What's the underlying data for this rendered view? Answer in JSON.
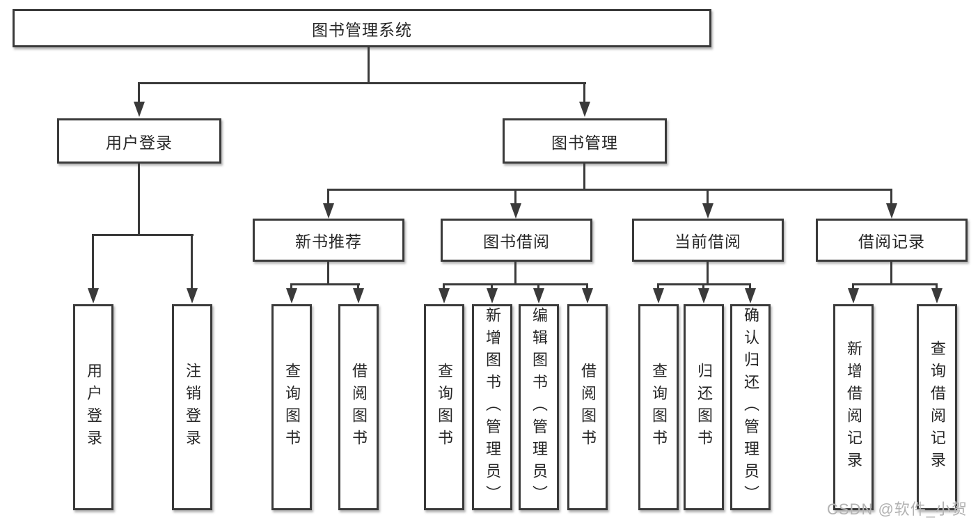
{
  "colors": {
    "line": "#3a3a3a",
    "text": "#262626",
    "box_fill": "#ffffff",
    "watermark": "#b2b2b2"
  },
  "watermark": {
    "text": "CSDN @软件_小贺同学"
  },
  "tree": {
    "label": "图书管理系统",
    "children": [
      {
        "label": "用户登录",
        "children": [
          {
            "label": "用户登录"
          },
          {
            "label": "注销登录"
          }
        ]
      },
      {
        "label": "图书管理",
        "children": [
          {
            "label": "新书推荐",
            "children": [
              {
                "label": "查询图书"
              },
              {
                "label": "借阅图书"
              }
            ]
          },
          {
            "label": "图书借阅",
            "children": [
              {
                "label": "查询图书"
              },
              {
                "label": "新增图书（管理员）"
              },
              {
                "label": "编辑图书（管理员）"
              },
              {
                "label": "借阅图书"
              }
            ]
          },
          {
            "label": "当前借阅",
            "children": [
              {
                "label": "查询图书"
              },
              {
                "label": "归还图书"
              },
              {
                "label": "确认归还（管理员）"
              }
            ]
          },
          {
            "label": "借阅记录",
            "children": [
              {
                "label": "新增借阅记录"
              },
              {
                "label": "查询借阅记录"
              }
            ]
          }
        ]
      }
    ]
  }
}
